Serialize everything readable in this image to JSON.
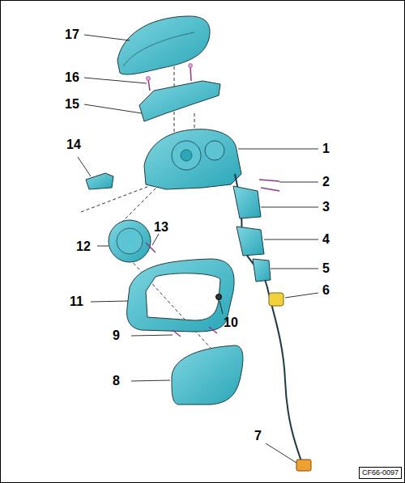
{
  "diagram": {
    "nodes": [
      {
        "text": [
          "CF66-0097"
        ]
      }
    ],
    "labels": [
      "17",
      "16",
      "15",
      "14",
      "1",
      "2",
      "3",
      "4",
      "5",
      "6",
      "12",
      "13",
      "11",
      "10",
      "9",
      "8",
      "7"
    ]
  }
}
